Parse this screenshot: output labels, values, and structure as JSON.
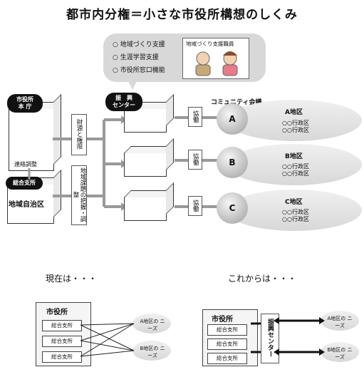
{
  "title": "都市内分権＝小さな市役所構想のしくみ",
  "bubble": {
    "items": [
      "地域づくり支援",
      "生涯学習支援",
      "市役所窓口機能"
    ],
    "bullet": "○",
    "staff_label": "地域づくり支援職員"
  },
  "city_hall": {
    "label1": "市役所",
    "label2": "本 庁"
  },
  "renraku": "連絡調整",
  "sogo": "総合支所",
  "chiiki_jichiku": "地域自治区",
  "shinko_center": {
    "label1": "振　興",
    "label2": "センター"
  },
  "zaigen": "財源と権限",
  "chiiki_kadai": "地域課題の把握・調整",
  "kyodo": "協働",
  "community": "コミュニティ会議",
  "districts": [
    {
      "letter": "A",
      "name": "A地区",
      "ward1": "○○行政区",
      "ward2": "○○行政区"
    },
    {
      "letter": "B",
      "name": "B地区",
      "ward1": "○○行政区",
      "ward2": "○○行政区"
    },
    {
      "letter": "C",
      "name": "C地区",
      "ward1": "○○行政区",
      "ward2": "○○行政区"
    }
  ],
  "current": {
    "heading": "現在は・・・",
    "city": "市役所",
    "branches": [
      "総合支所",
      "総合支所",
      "総合支所"
    ],
    "needs": [
      "A地区の ニーズ",
      "B地区の ニーズ"
    ]
  },
  "future": {
    "heading": "これからは・・・",
    "city": "市役所",
    "branches": [
      "総合支所",
      "総合支所",
      "総合支所"
    ],
    "center": "振興センター",
    "needs": [
      "A地区の ニーズ",
      "B地区の ニーズ"
    ]
  }
}
